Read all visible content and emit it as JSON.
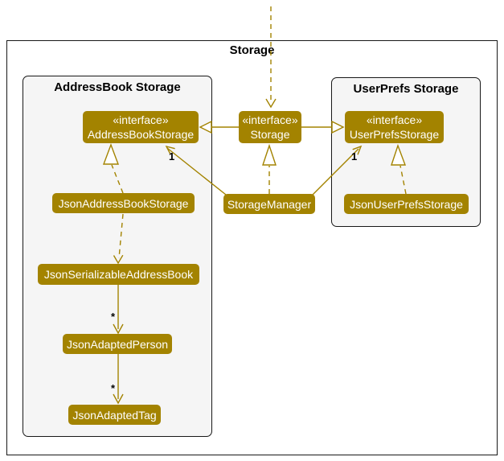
{
  "colors": {
    "storage_accent": "#A38300",
    "frame_fill": "#F5F5F5",
    "frame_border": "#181818",
    "class_text": "#FFFFFF",
    "label_text": "#000000",
    "background": "#FFFFFF"
  },
  "outer_frame": {
    "title": "Storage"
  },
  "frames": {
    "addressbook": {
      "title": "AddressBook Storage"
    },
    "userprefs": {
      "title": "UserPrefs Storage"
    }
  },
  "classes": {
    "addressbook_storage_if": {
      "stereotype": "«interface»",
      "name": "AddressBookStorage"
    },
    "storage_if": {
      "stereotype": "«interface»",
      "name": "Storage"
    },
    "userprefs_storage_if": {
      "stereotype": "«interface»",
      "name": "UserPrefsStorage"
    },
    "json_addressbook_storage": {
      "name": "JsonAddressBookStorage"
    },
    "storage_manager": {
      "name": "StorageManager"
    },
    "json_userprefs_storage": {
      "name": "JsonUserPrefsStorage"
    },
    "json_serializable_addressbook": {
      "name": "JsonSerializableAddressBook"
    },
    "json_adapted_person": {
      "name": "JsonAdaptedPerson"
    },
    "json_adapted_tag": {
      "name": "JsonAdaptedTag"
    }
  },
  "edge_labels": {
    "manager_to_addressbookstorage": "1",
    "manager_to_userprefsstorage": "1",
    "serializable_to_person": "*",
    "person_to_tag": "*"
  },
  "relationships": [
    {
      "from": "Storage",
      "to": "AddressBookStorage",
      "type": "generalization"
    },
    {
      "from": "Storage",
      "to": "UserPrefsStorage",
      "type": "generalization"
    },
    {
      "from": "",
      "to": "Storage",
      "type": "dependency"
    },
    {
      "from": "StorageManager",
      "to": "Storage",
      "type": "realization"
    },
    {
      "from": "JsonAddressBookStorage",
      "to": "AddressBookStorage",
      "type": "realization"
    },
    {
      "from": "JsonUserPrefsStorage",
      "to": "UserPrefsStorage",
      "type": "realization"
    },
    {
      "from": "StorageManager",
      "to": "AddressBookStorage",
      "type": "association",
      "label": "1"
    },
    {
      "from": "StorageManager",
      "to": "UserPrefsStorage",
      "type": "association",
      "label": "1"
    },
    {
      "from": "JsonAddressBookStorage",
      "to": "JsonSerializableAddressBook",
      "type": "dependency"
    },
    {
      "from": "JsonSerializableAddressBook",
      "to": "JsonAdaptedPerson",
      "type": "association",
      "label": "*"
    },
    {
      "from": "JsonAdaptedPerson",
      "to": "JsonAdaptedTag",
      "type": "association",
      "label": "*"
    }
  ]
}
